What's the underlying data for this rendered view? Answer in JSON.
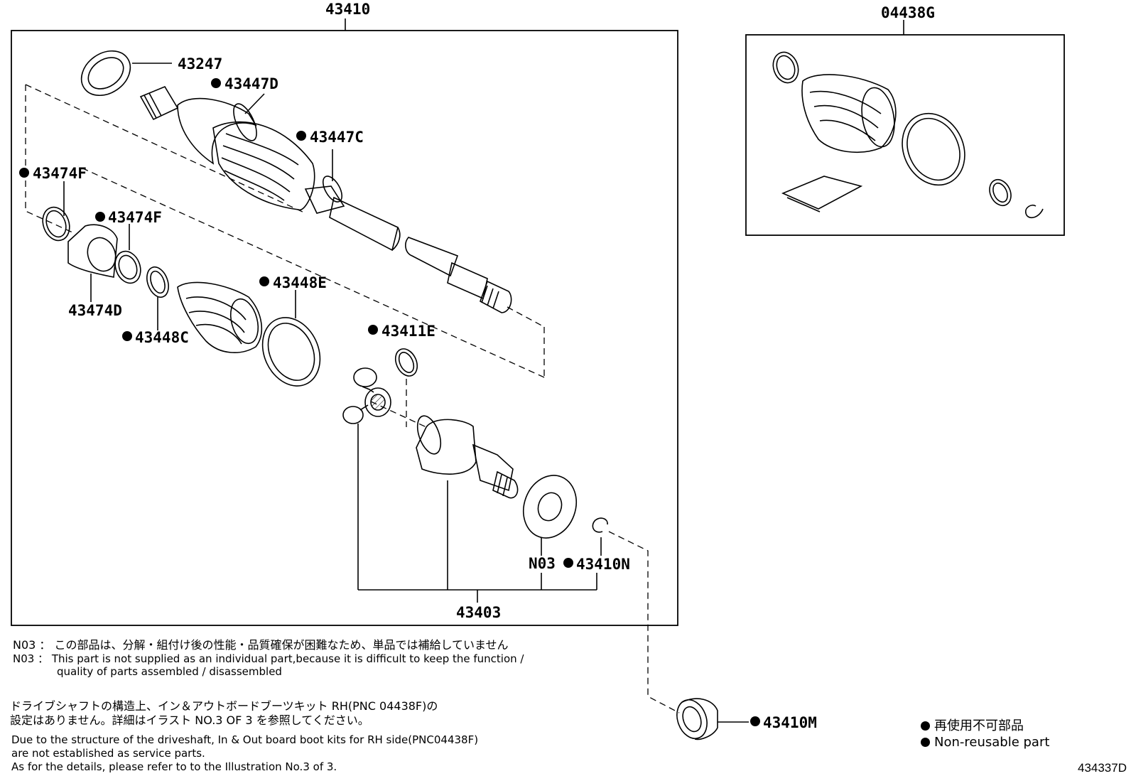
{
  "callouts": {
    "assy_main": "43410",
    "boot_kit_rh": "04438G",
    "dust_deflector": "43247",
    "clamp_outboard_small": "43447D",
    "clamp_outboard_large": "43447C",
    "damper_ring_left": "43474F",
    "damper_ring_right": "43474F",
    "damper": "43474D",
    "clamp_inboard_small": "43448C",
    "clamp_inboard_large": "43448E",
    "snap_ring": "43411E",
    "item_n03": "N03",
    "snap_ring_43410n": "43410N",
    "inboard_joint_assy": "43403",
    "oil_seal": "43410M"
  },
  "notes": {
    "n03_jp": "N03 ： この部品は、分解・組付け後の性能・品質確保が困難なため、単品では補給していません",
    "n03_en_line1": "N03 ：  This part is not supplied as an individual part,because it is difficult to keep the function /",
    "n03_en_line2": "quality of parts assembled / disassembled",
    "kit_jp_line1": "ドライブシャフトの構造上、イン＆アウトボードブーツキット RH(PNC 04438F)の",
    "kit_jp_line2": "設定はありません。詳細はイラスト NO.3 OF 3 を参照してください。",
    "kit_en_line1": "Due to the structure of the driveshaft, In & Out board  boot kits for RH side(PNC04438F)",
    "kit_en_line2": "are not established as service parts.",
    "kit_en_line3": "As for the details, please refer to to the Illustration No.3 of 3."
  },
  "legend": {
    "jp": "再使用不可部品",
    "en": "Non-reusable part"
  },
  "illustration_number": "434337D"
}
